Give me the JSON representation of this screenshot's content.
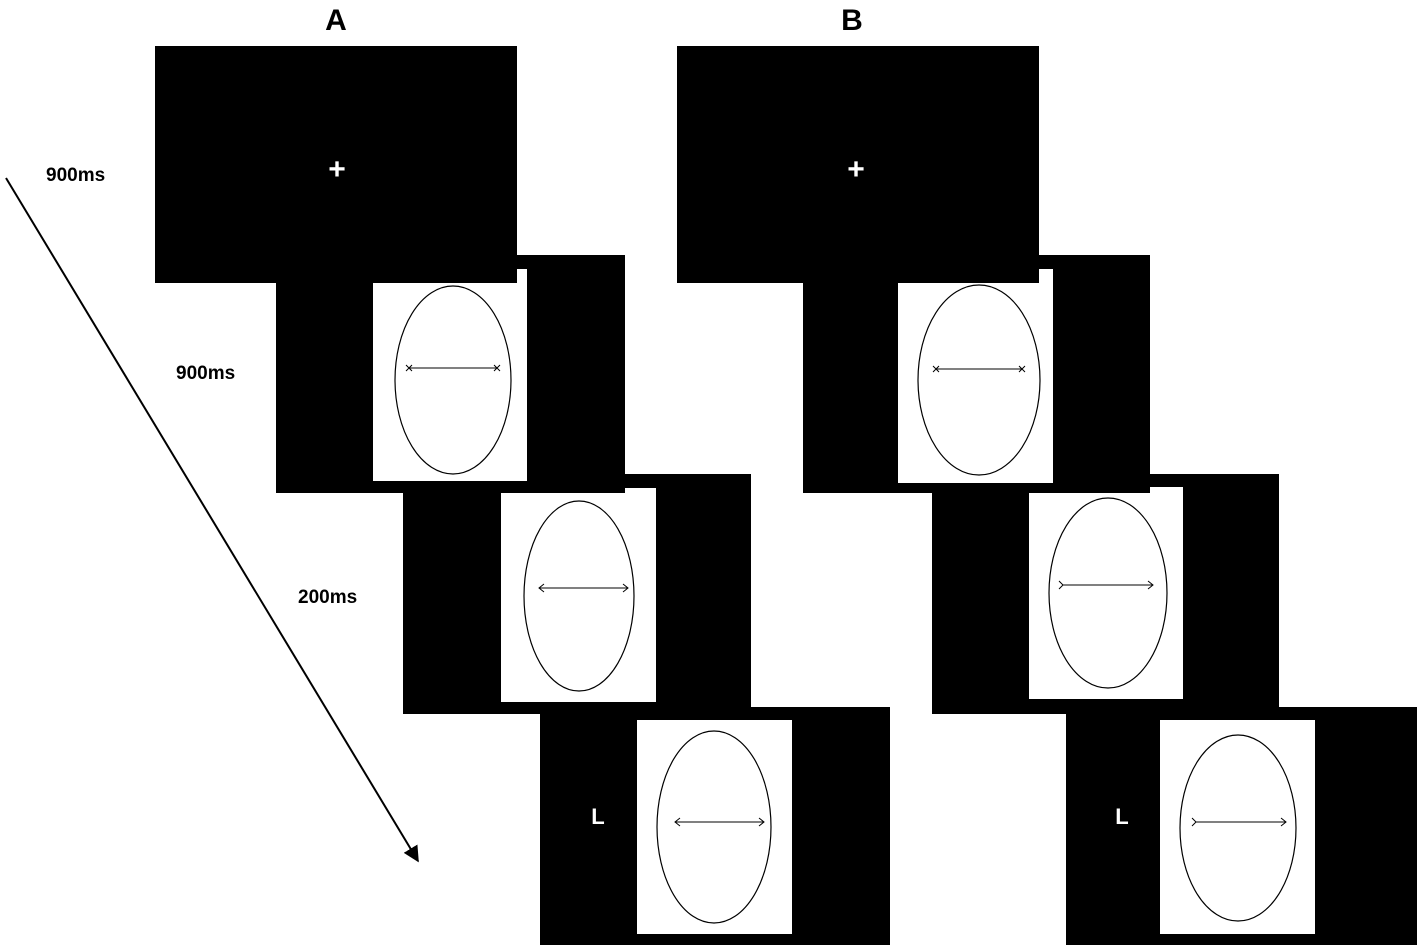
{
  "panels": [
    {
      "label": "A"
    },
    {
      "label": "B"
    }
  ],
  "timings": [
    "900ms",
    "900ms",
    "200ms"
  ],
  "fixation_symbol": "+",
  "response_letter": "L",
  "colors": {
    "screen": "#000000",
    "stimulus_background": "#ffffff",
    "ink": "#000000"
  }
}
